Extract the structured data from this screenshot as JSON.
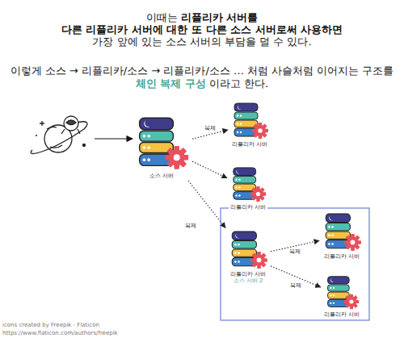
{
  "diagram": {
    "nodes": [
      {
        "text": [
          "소스 서버"
        ]
      },
      {
        "text": [
          "리플리카 서버"
        ]
      },
      {
        "text": [
          "리플리카 서버"
        ]
      },
      {
        "text": [
          "리플리카 서버",
          "소스 서버 2"
        ]
      },
      {
        "text": [
          "리플리카 서버"
        ]
      },
      {
        "text": [
          "리플리카 서버"
        ]
      }
    ],
    "edges": [
      {
        "from": 0,
        "to": 1,
        "label": "복제",
        "arrow": "to"
      },
      {
        "from": 0,
        "to": 2,
        "arrow": "to"
      },
      {
        "from": 0,
        "to": 3,
        "label": "복제",
        "arrow": "to"
      },
      {
        "from": 3,
        "to": 4,
        "label": "복제",
        "arrow": "to"
      },
      {
        "from": 3,
        "to": 5,
        "label": "복제",
        "arrow": "to"
      }
    ],
    "labels": [
      "이때는",
      "리플리카 서버를",
      "다른 리플리카 서버에 대한 또 다른 소스 서버로써 사용하면",
      "가장 앞에 있는 소스 서버의 부담을 덜 수 있다.",
      "이렇게 소스 → 리플리카/소스 → 리플리카/소스 … 처럼 사슬처럼 이어지는 구조를",
      "체인 복제 구성",
      "이라고 한다.",
      "icons created by Freepik - Flaticon",
      "https://www.flaticon.com/authors/freepik"
    ]
  }
}
